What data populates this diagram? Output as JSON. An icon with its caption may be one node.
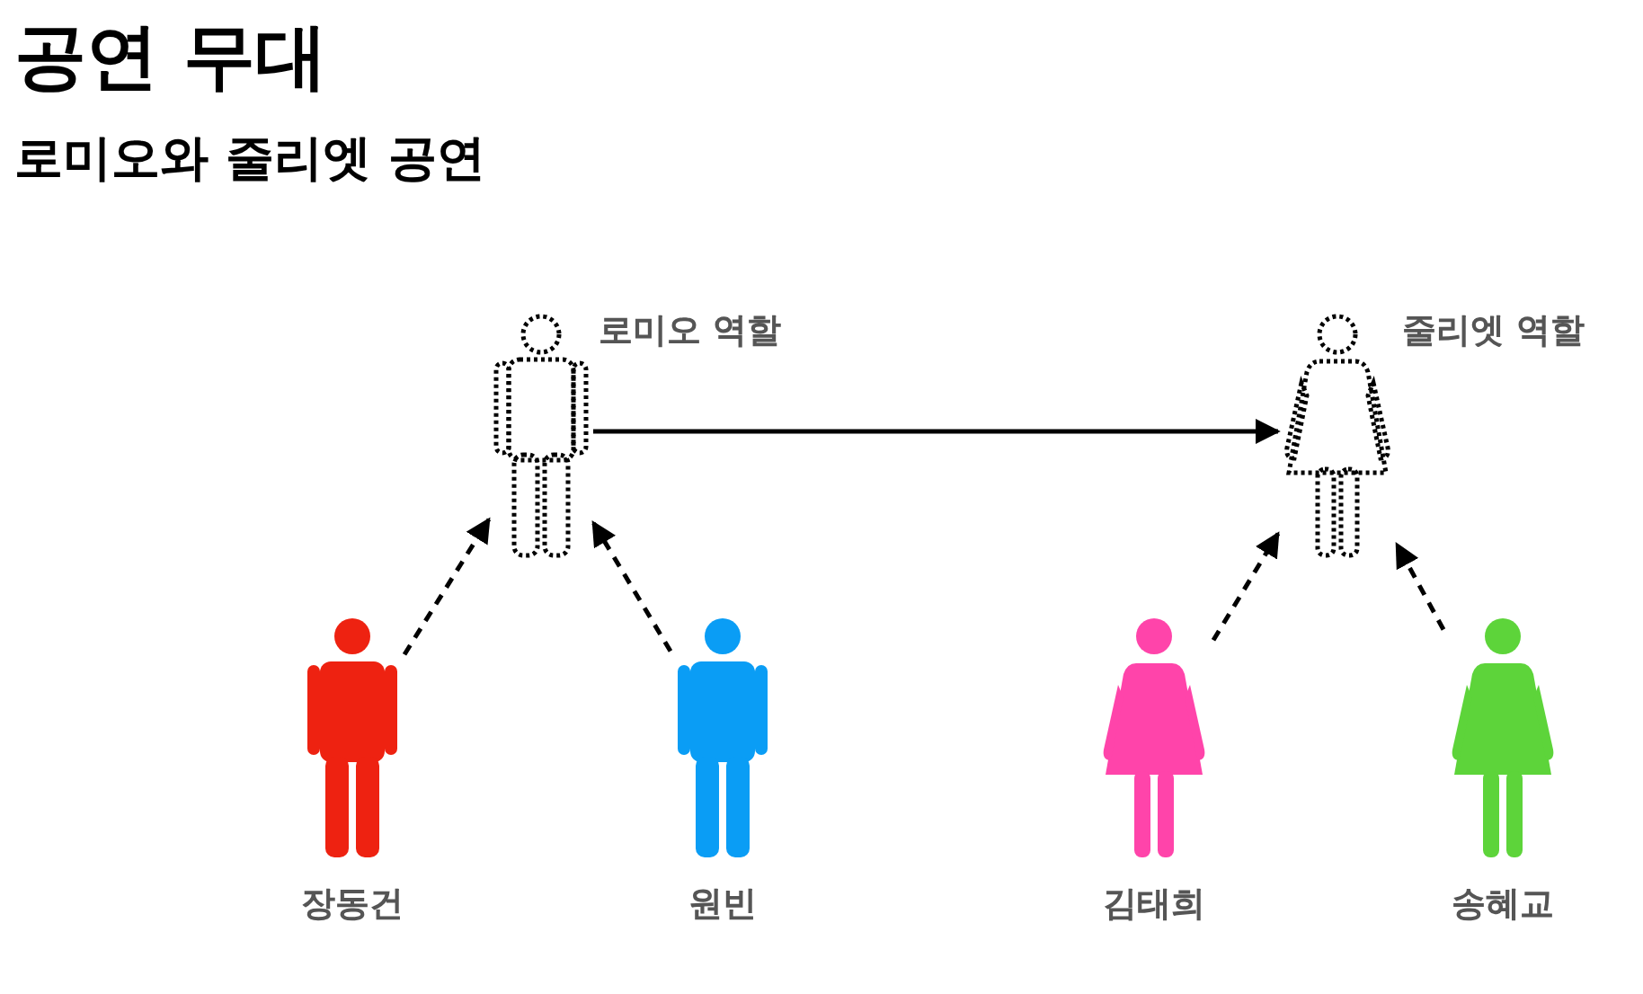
{
  "diagram": {
    "title": "공연 무대",
    "nodes": [
      {
        "text": [
          "로미오 역할"
        ]
      },
      {
        "text": [
          "줄리엣 역할"
        ]
      },
      {
        "text": [
          "장동건"
        ]
      },
      {
        "text": [
          "원빈"
        ]
      },
      {
        "text": [
          "김태희"
        ]
      },
      {
        "text": [
          "송혜교"
        ]
      }
    ],
    "edges": [
      {
        "from": 0,
        "to": 1,
        "arrow": "to"
      },
      {
        "from": 2,
        "to": 0,
        "arrow": "to",
        "style": "dashed"
      },
      {
        "from": 3,
        "to": 0,
        "arrow": "to",
        "style": "dashed"
      },
      {
        "from": 4,
        "to": 1,
        "arrow": "to",
        "style": "dashed"
      },
      {
        "from": 5,
        "to": 1,
        "arrow": "to",
        "style": "dashed"
      }
    ],
    "labels": [
      "로미오와 줄리엣 공연"
    ]
  }
}
